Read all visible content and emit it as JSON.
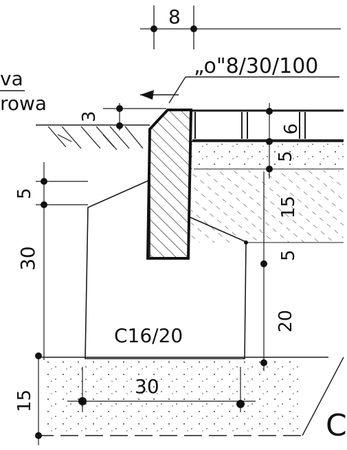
{
  "drawing": {
    "curb_label": "„o\"8/30/100",
    "left_label_top": "va",
    "left_label_bottom": "rowa",
    "concrete_label": "C16/20",
    "corner_letter": "C"
  },
  "dimensions": {
    "top_width": "8",
    "curb_step": "3",
    "paver_thickness": "6",
    "sand_layer": "5",
    "base_layer": "15",
    "lower_gap": "5",
    "lower_layer": "20",
    "left_upper": "5",
    "left_height": "30",
    "bottom_width": "30",
    "foundation": "15"
  }
}
